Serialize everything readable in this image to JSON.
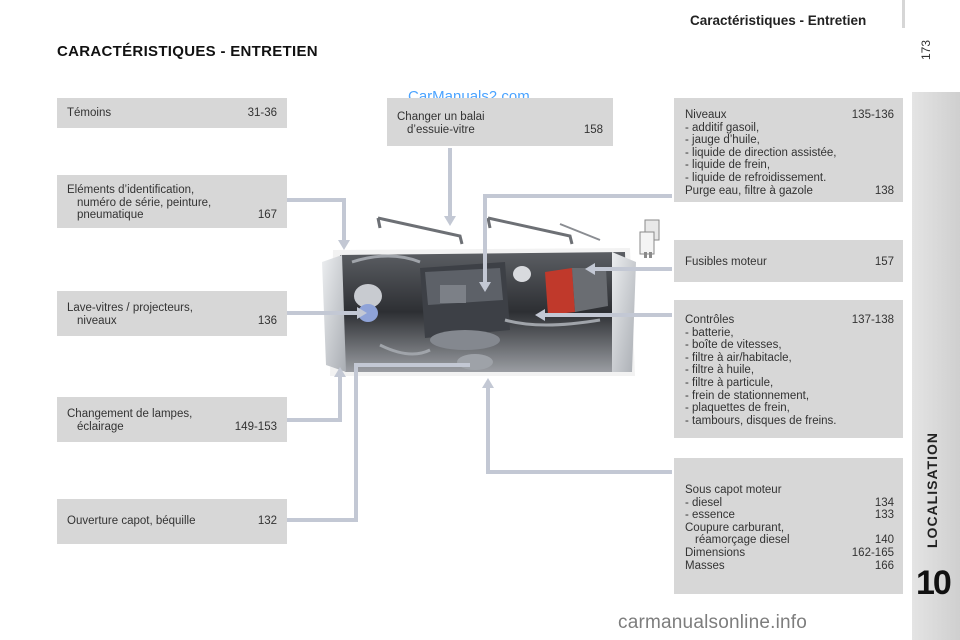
{
  "header": {
    "section_title": "Caractéristiques - Entretien",
    "page_number": "173",
    "side_label": "LOCALISATION",
    "chapter": "10"
  },
  "page_title": "CARACTÉRISTIQUES - ENTRETIEN",
  "watermarks": {
    "top": "CarManuals2.com",
    "bottom": "carmanualsonline.info"
  },
  "left_boxes": {
    "temoins": {
      "label": "Témoins",
      "page": "31-36"
    },
    "elements": {
      "line1": "Eléments d’identification,",
      "line2": "numéro de série, peinture,",
      "line3": "pneumatique",
      "page": "167"
    },
    "lave_vitres": {
      "line1": "Lave-vitres / projecteurs,",
      "line2": "niveaux",
      "page": "136"
    },
    "lampes": {
      "line1": "Changement de lampes,",
      "line2": "éclairage",
      "page": "149-153"
    },
    "capot": {
      "label": "Ouverture capot, béquille",
      "page": "132"
    }
  },
  "center_box": {
    "line1": "Changer un balai",
    "line2": "d’essuie-vitre",
    "page": "158"
  },
  "right_boxes": {
    "niveaux": {
      "label": "Niveaux",
      "page": "135-136",
      "items": [
        "-  additif gasoil,",
        "-  jauge d’huile,",
        "-  liquide de direction assistée,",
        "-  liquide de frein,",
        "-  liquide de refroidissement."
      ],
      "purge_label": "Purge eau, filtre à gazole",
      "purge_page": "138"
    },
    "fusibles": {
      "label": "Fusibles moteur",
      "page": "157"
    },
    "controles": {
      "label": "Contrôles",
      "page": "137-138",
      "items": [
        "-  batterie,",
        "-  boîte de vitesses,",
        "-  filtre à air/habitacle,",
        "-  filtre à huile,",
        "-  filtre à particule,",
        "-  frein de stationnement,",
        "-  plaquettes de frein,",
        "-  tambours, disques de freins."
      ]
    },
    "sous_capot": {
      "label": "Sous capot moteur",
      "diesel_label": "-  diesel",
      "diesel_page": "134",
      "essence_label": "-  essence",
      "essence_page": "133",
      "coupure_line1": "Coupure carburant,",
      "coupure_line2": "réamorçage diesel",
      "coupure_page": "140",
      "dimensions_label": "Dimensions",
      "dimensions_page": "162-165",
      "masses_label": "Masses",
      "masses_page": "166"
    }
  },
  "colors": {
    "box": "#d7d7d7",
    "connector": "#c3c8d4",
    "accent_red": "#c0392b",
    "watermark": "#4aa3ff"
  },
  "icons": [
    "engine-illustration",
    "wiper-blade-icon",
    "fuse-icon"
  ]
}
